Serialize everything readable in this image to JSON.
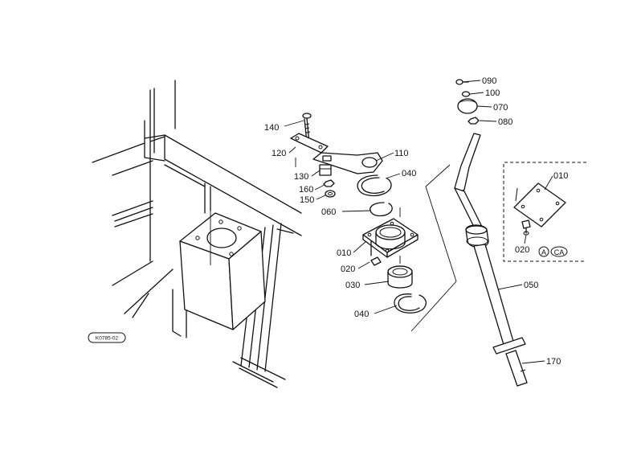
{
  "diagram_code": "K0785-02",
  "parts": {
    "p010_main": "010",
    "p010_inset": "010",
    "p020_main": "020",
    "p020_inset": "020",
    "p030": "030",
    "p040_upper": "040",
    "p040_lower": "040",
    "p050": "050",
    "p060": "060",
    "p070": "070",
    "p080": "080",
    "p090": "090",
    "p100": "100",
    "p110": "110",
    "p120": "120",
    "p130": "130",
    "p140": "140",
    "p150": "150",
    "p160": "160",
    "p170": "170"
  },
  "inset_codes": {
    "a": "A",
    "ca": "CA"
  }
}
